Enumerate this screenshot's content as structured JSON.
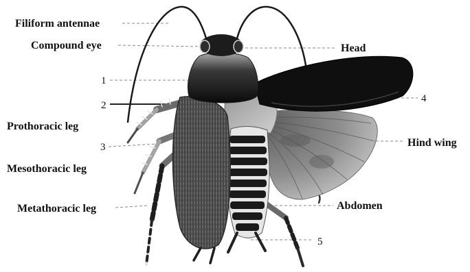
{
  "figure": {
    "labels": {
      "filiform_antennae": "Filiform antennae",
      "compound_eye": "Compound eye",
      "marker_1": "1",
      "marker_2": "2",
      "prothoracic_leg": "Prothoracic leg",
      "marker_3": "3",
      "mesothoracic_leg": "Mesothoracic leg",
      "metathoracic_leg": "Metathoracic leg",
      "head": "Head",
      "marker_4": "4",
      "hind_wing": "Hind wing",
      "abdomen": "Abdomen",
      "marker_5": "5"
    }
  },
  "colors": {
    "background": "#ffffff",
    "ink": "#111111",
    "leader_line": "#8a8a8a"
  }
}
